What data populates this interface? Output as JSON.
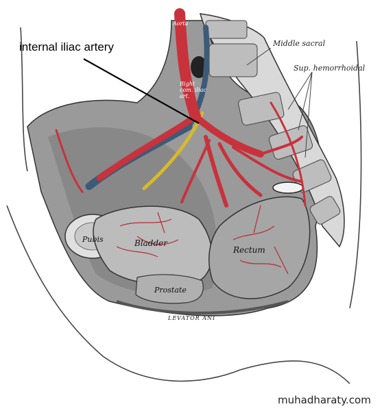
{
  "annotation": {
    "title": "internal iliac artery"
  },
  "labels": {
    "middle_sacral": "Middle sacral",
    "sup_hemorrhoidal": "Sup. hemorrhoidal",
    "aorta": "Aorta",
    "right_common_iliac": "Right com. iliac art.",
    "bladder": "Bladder",
    "rectum": "Rectum",
    "prostate": "Prostate",
    "pubis": "Pubis",
    "levator_ani": "LEVATOR ANI"
  },
  "watermark": "muhadharaty.com",
  "colors": {
    "artery": "#c8323c",
    "vein": "#3d5b78",
    "ureter": "#d8b92c",
    "tissue": "#8a8a8a"
  }
}
